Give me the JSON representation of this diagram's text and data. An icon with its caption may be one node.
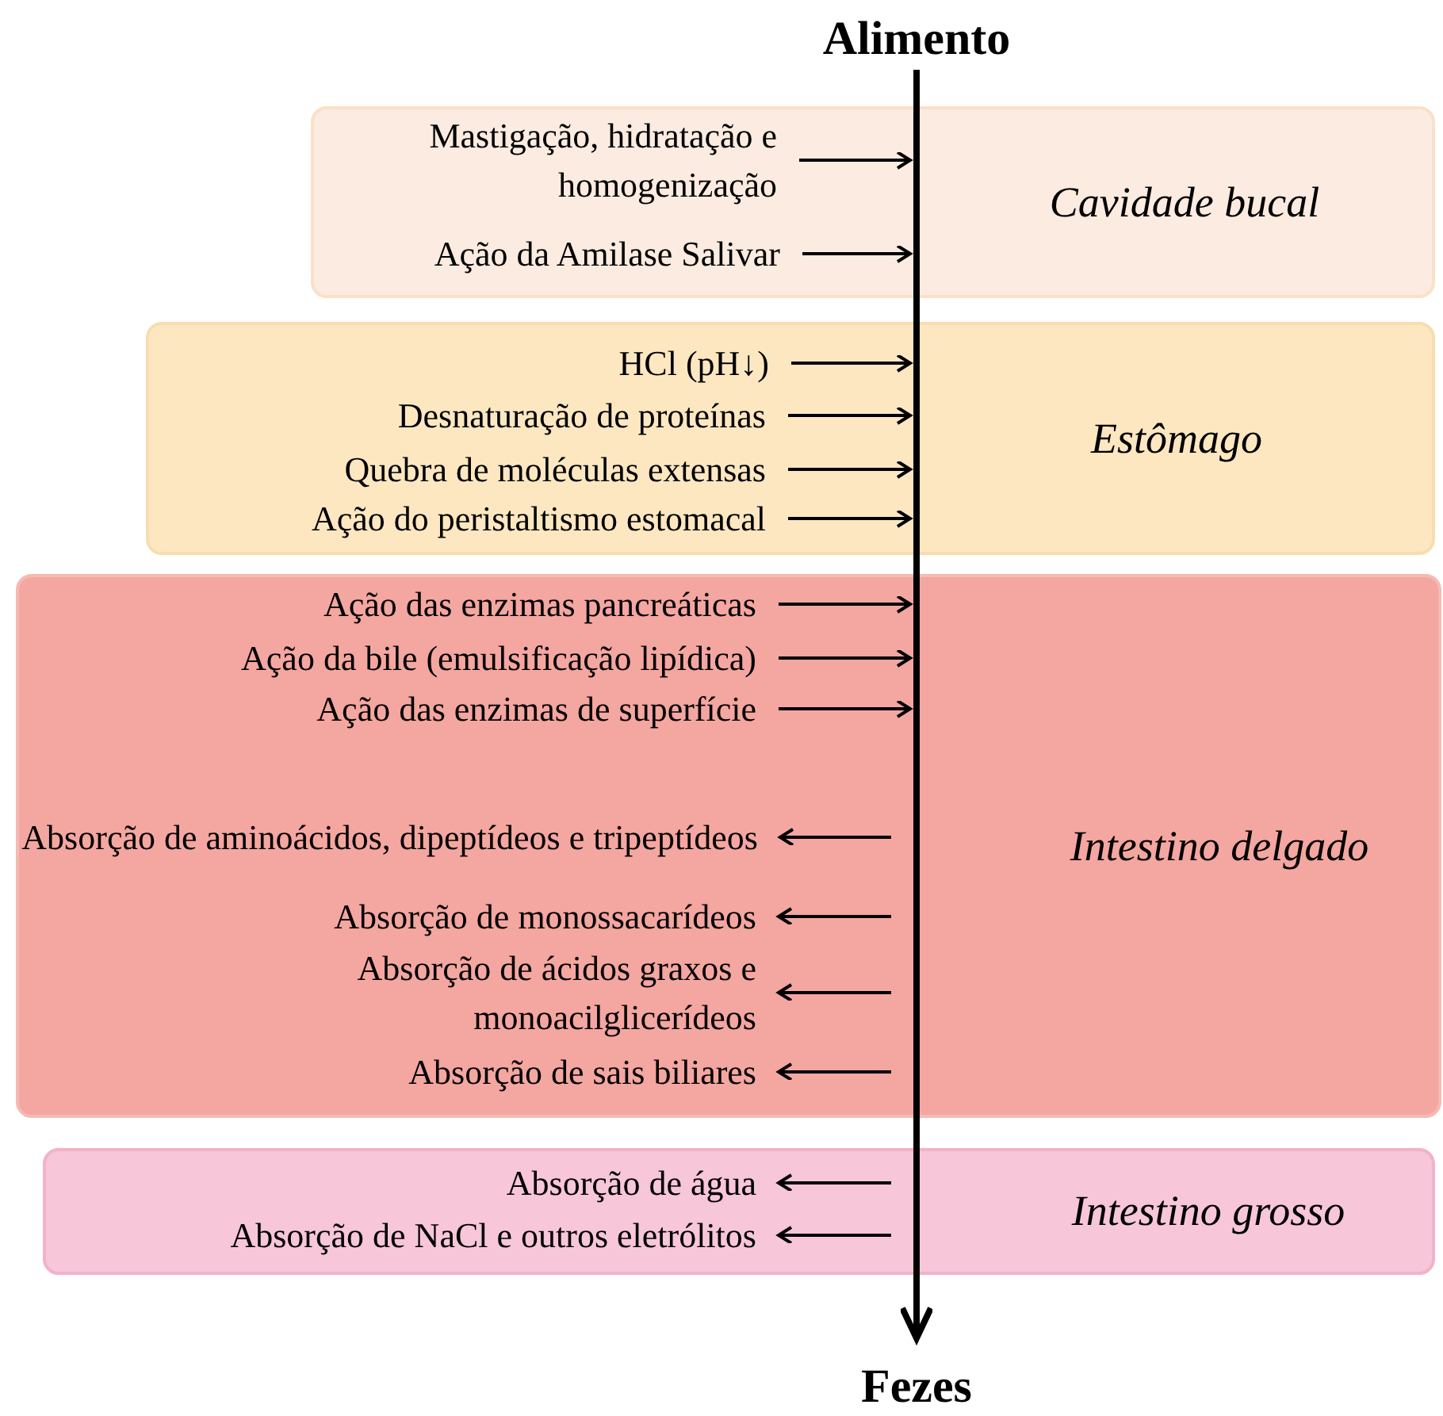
{
  "diagram": {
    "nodes": [
      {
        "text": [
          "Alimento"
        ]
      },
      {
        "text": [
          "Cavidade bucal"
        ]
      },
      {
        "text": [
          "Mastigação, hidratação e homogenização"
        ],
        "in": 1
      },
      {
        "text": [
          "Ação da Amilase Salivar"
        ],
        "in": 1
      },
      {
        "text": [
          "Estômago"
        ]
      },
      {
        "text": [
          "HCl (pH↓)"
        ],
        "in": 4
      },
      {
        "text": [
          "Desnaturação de proteínas"
        ],
        "in": 4
      },
      {
        "text": [
          "Quebra de moléculas extensas"
        ],
        "in": 4
      },
      {
        "text": [
          "Ação do peristaltismo estomacal"
        ],
        "in": 4
      },
      {
        "text": [
          "Intestino delgado"
        ]
      },
      {
        "text": [
          "Ação das enzimas pancreáticas"
        ],
        "in": 9
      },
      {
        "text": [
          "Ação da bile (emulsificação lipídica)"
        ],
        "in": 9
      },
      {
        "text": [
          "Ação das enzimas de superfície"
        ],
        "in": 9
      },
      {
        "text": [
          "Absorção de aminoácidos, dipeptídeos e tripeptídeos"
        ],
        "in": 9
      },
      {
        "text": [
          "Absorção de monossacarídeos"
        ],
        "in": 9
      },
      {
        "text": [
          "Absorção de ácidos graxos e monoacilglicerídeos"
        ],
        "in": 9
      },
      {
        "text": [
          "Absorção de sais biliares"
        ],
        "in": 9
      },
      {
        "text": [
          "Intestino grosso"
        ]
      },
      {
        "text": [
          "Absorção de água"
        ],
        "in": 17
      },
      {
        "text": [
          "Absorção de NaCl e outros eletrólitos"
        ],
        "in": 17
      },
      {
        "text": [
          "Fezes"
        ]
      }
    ],
    "edges": [
      {
        "from": 0,
        "to": 20,
        "arrow": "to",
        "style": "thick"
      },
      {
        "from": 2,
        "to": null,
        "arrow": "to"
      },
      {
        "from": 3,
        "to": null,
        "arrow": "to"
      },
      {
        "from": 5,
        "to": null,
        "arrow": "to"
      },
      {
        "from": 6,
        "to": null,
        "arrow": "to"
      },
      {
        "from": 7,
        "to": null,
        "arrow": "to"
      },
      {
        "from": 8,
        "to": null,
        "arrow": "to"
      },
      {
        "from": 10,
        "to": null,
        "arrow": "to"
      },
      {
        "from": 11,
        "to": null,
        "arrow": "to"
      },
      {
        "from": 12,
        "to": null,
        "arrow": "to"
      },
      {
        "from": null,
        "to": 13,
        "arrow": "to"
      },
      {
        "from": null,
        "to": 14,
        "arrow": "to"
      },
      {
        "from": null,
        "to": 15,
        "arrow": "to"
      },
      {
        "from": null,
        "to": 16,
        "arrow": "to"
      },
      {
        "from": null,
        "to": 18,
        "arrow": "to"
      },
      {
        "from": null,
        "to": 19,
        "arrow": "to"
      }
    ]
  }
}
